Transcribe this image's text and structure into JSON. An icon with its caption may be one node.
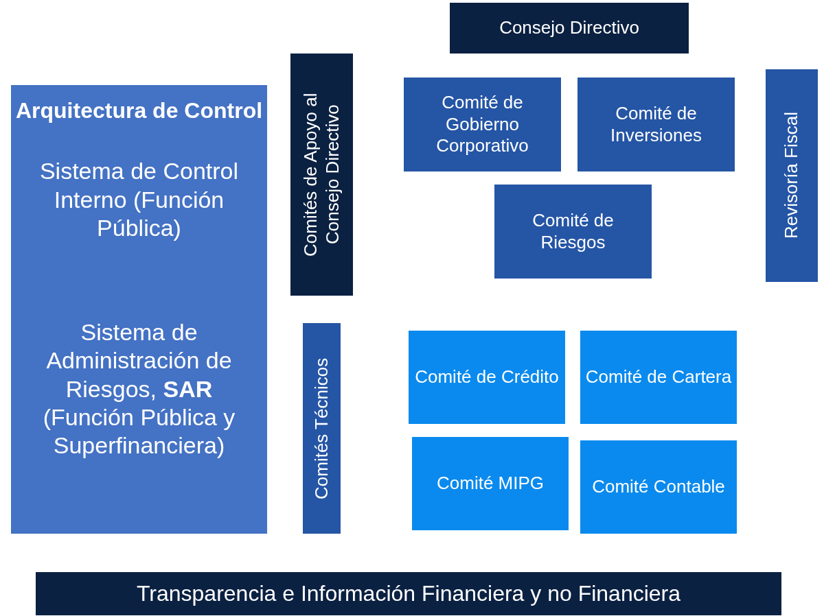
{
  "diagram": {
    "nodes": [
      {
        "text": [
          "Consejo Directivo"
        ]
      },
      {
        "text": [
          "Arquitectura de Control",
          "Sistema de Control Interno (Función Pública)",
          "Sistema de Administración de Riesgos, **SAR** (Función Pública y Superfinanciera)"
        ]
      },
      {
        "text": [
          "Comités de Apoyo al Consejo Directivo"
        ]
      },
      {
        "text": [
          "Comité de Gobierno Corporativo"
        ]
      },
      {
        "text": [
          "Comité de Inversiones"
        ]
      },
      {
        "text": [
          "Revisoría Fiscal"
        ]
      },
      {
        "text": [
          "Comité de Riesgos"
        ]
      },
      {
        "text": [
          "Comités Técnicos"
        ]
      },
      {
        "text": [
          "Comité de Crédito"
        ]
      },
      {
        "text": [
          "Comité de Cartera"
        ]
      },
      {
        "text": [
          "Comité MIPG"
        ]
      },
      {
        "text": [
          "Comité Contable"
        ]
      },
      {
        "text": [
          "Transparencia e Información Financiera y no Financiera"
        ]
      }
    ]
  }
}
